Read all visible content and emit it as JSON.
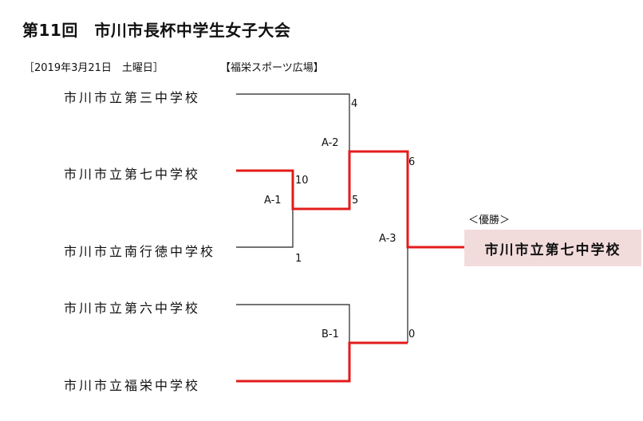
{
  "title": "第11回　市川市長杯中学生女子大会",
  "date": "［2019年3月21日　土曜日］",
  "venue": "【福栄スポーツ広場】",
  "teams": [
    "市川市立第三中学校",
    "市川市立第七中学校",
    "市川市立南行徳中学校",
    "市川市立第六中学校",
    "市川市立福栄中学校"
  ],
  "matches": {
    "a1": {
      "label": "A-1",
      "score_top": "10",
      "score_bottom": "1"
    },
    "a2": {
      "label": "A-2",
      "score_top": "4",
      "score_bottom": "5"
    },
    "a3": {
      "label": "A-3",
      "score_top": "6",
      "score_bottom": "0"
    },
    "b1": {
      "label": "B-1"
    }
  },
  "champion": {
    "label": "＜優勝＞",
    "name": "市川市立第七中学校"
  },
  "colors": {
    "winner_line": "#e31b1b",
    "loser_line": "#222222",
    "champion_bg": "#f2dcdb"
  }
}
